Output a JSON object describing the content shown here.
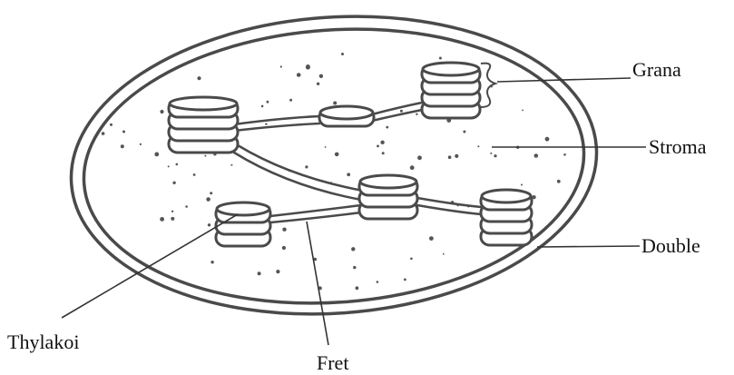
{
  "diagram": {
    "labels": {
      "grana": "Grana",
      "stroma": "Stroma",
      "double": "Double",
      "thylakoid": "Thylakoi",
      "fret": "Fret"
    },
    "colors": {
      "ink": "#4a4a4a",
      "label_text": "#111111",
      "background": "#ffffff"
    }
  }
}
